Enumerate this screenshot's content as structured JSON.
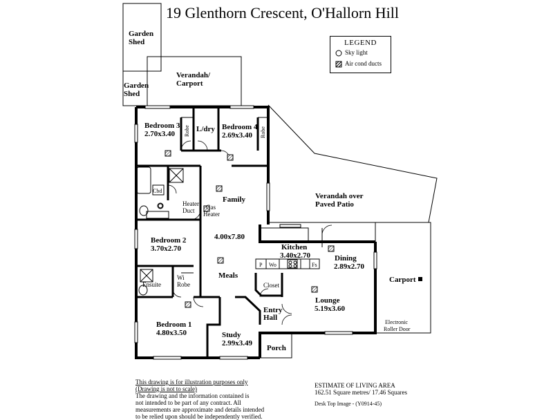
{
  "title": "19 Glenthorn Crescent, O'Hallorn Hill",
  "legend": {
    "title": "LEGEND",
    "items": [
      {
        "symbol": "sky-light",
        "label": "Sky light"
      },
      {
        "symbol": "air-cond-duct",
        "label": "Air cond ducts"
      }
    ]
  },
  "rooms": {
    "garden_shed_1": {
      "line1": "Garden",
      "line2": "Shed"
    },
    "garden_shed_2": {
      "line1": "Garden",
      "line2": "Shed"
    },
    "verandah_carport": {
      "line1": "Verandah/",
      "line2": "Carport"
    },
    "bedroom3": {
      "name": "Bedroom 3",
      "dims": "2.70x3.40"
    },
    "ldry": {
      "name": "L/dry"
    },
    "bedroom4": {
      "name": "Bedroom 4",
      "dims": "2.69x3.40"
    },
    "robe": "Robe",
    "cbd": "Cbd",
    "family": {
      "name": "Family",
      "dims": "4.00x7.80"
    },
    "heater_duct": {
      "line1": "Heater",
      "line2": "Duct"
    },
    "gas_heater": {
      "line1": "Gas",
      "line2": "Heater"
    },
    "verandah_patio": {
      "line1": "Verandah over",
      "line2": "Paved Patio"
    },
    "bedroom2": {
      "name": "Bedroom 2",
      "dims": "3.70x2.70"
    },
    "kitchen": {
      "name": "Kitchen",
      "dims": "3.40x2.70"
    },
    "dining": {
      "name": "Dining",
      "dims": "2.89x2.70"
    },
    "carport": {
      "name": "Carport"
    },
    "pantry": "P",
    "wall_oven": "Wo",
    "fridge_space": "Fs",
    "meals": {
      "name": "Meals"
    },
    "closet": "Closet",
    "ensuite": "Ensuite",
    "wi_robe": {
      "line1": "Wi",
      "line2": "Robe"
    },
    "entry_hall": {
      "line1": "Entry",
      "line2": "Hall"
    },
    "lounge": {
      "name": "Lounge",
      "dims": "5.19x3.60"
    },
    "roller_door": {
      "line1": "Electronic",
      "line2": "Roller Door"
    },
    "bedroom1": {
      "name": "Bedroom 1",
      "dims": "4.80x3.50"
    },
    "study": {
      "name": "Study",
      "dims": "2.99x3.49"
    },
    "porch": "Porch"
  },
  "disclaimer": {
    "line1": "This drawing is for illustration purposes only",
    "line2": "(Drawing is not to scale)",
    "line3": "The drawing and the information contained is",
    "line4": "not intended to be part of any contract.  All",
    "line5": "measurements are approximate and details intended",
    "line6": "to be relied upon should be independently verified."
  },
  "estimate": {
    "heading": "ESTIMATE OF LIVING AREA",
    "value": "162.51 Square metres/  17.46 Squares",
    "image_ref": "Desk Top Image -  (Y0914-45)"
  }
}
